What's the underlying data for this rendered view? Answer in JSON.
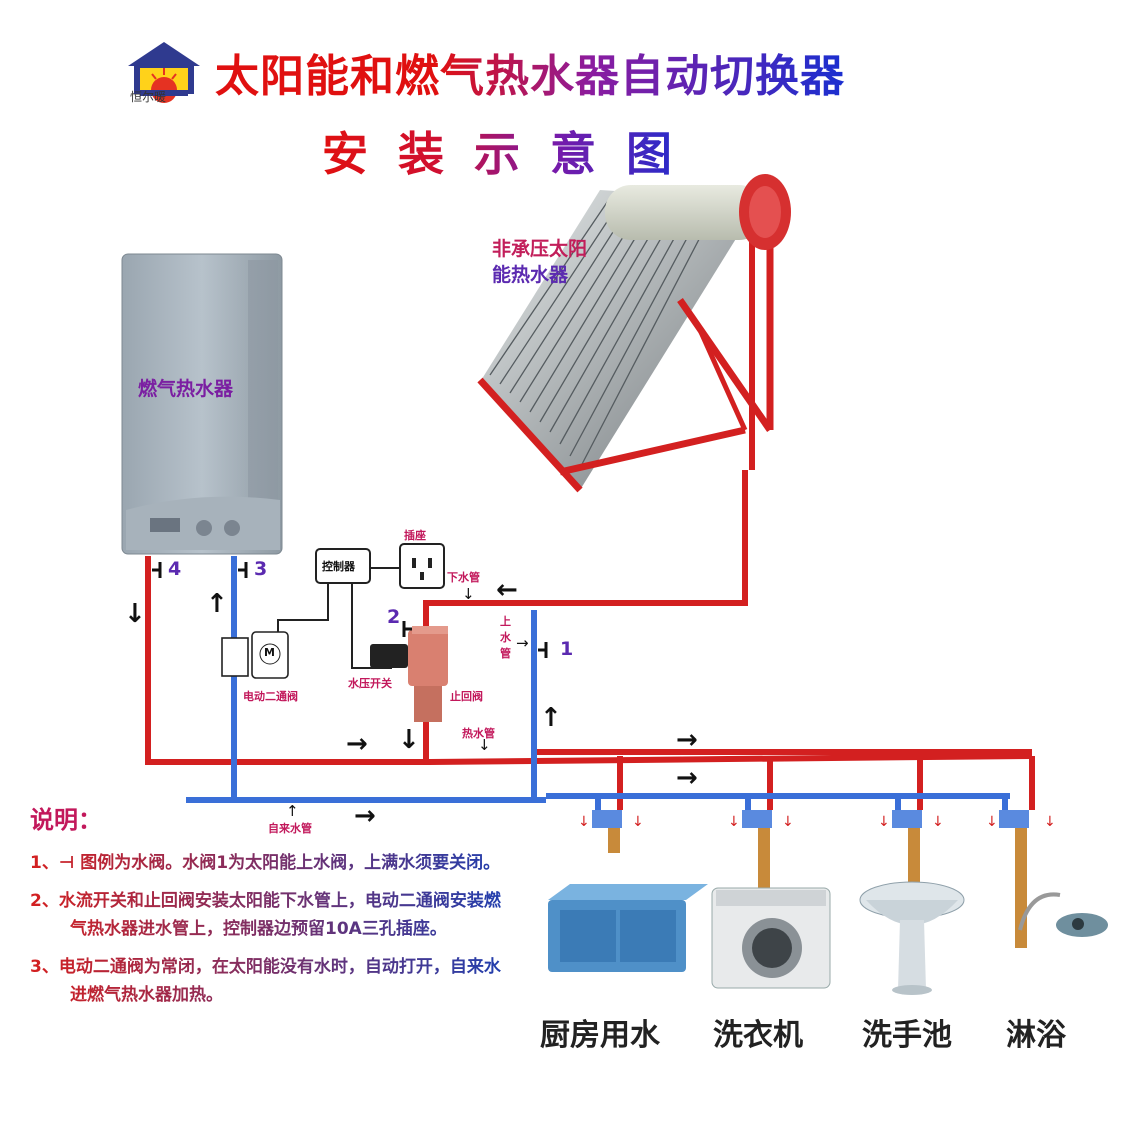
{
  "brand": {
    "logo_text": "恒尔暖"
  },
  "header": {
    "title": "太阳能和燃气热水器自动切换器",
    "subtitle": "安装示意图"
  },
  "labels": {
    "gas_heater": "燃气热水器",
    "solar_heater_line1": "非承压太阳",
    "solar_heater_line2": "能热水器",
    "controller": "控制器",
    "socket": "插座",
    "down_pipe": "下水管",
    "up_pipe_1": "上",
    "up_pipe_2": "水",
    "up_pipe_3": "管",
    "pressure_switch": "水压开关",
    "check_valve": "止回阀",
    "electric_valve": "电动二通阀",
    "hot_pipe": "热水管",
    "tap_pipe": "自来水管",
    "valve_1": "1",
    "valve_2": "2",
    "valve_3": "3",
    "valve_4": "4",
    "motor": "M"
  },
  "fixtures": [
    "厨房用水",
    "洗衣机",
    "洗手池",
    "淋浴"
  ],
  "notes": {
    "title": "说明：",
    "items": [
      "1、⊣ 图例为水阀。水阀1为太阳能上水阀，上满水须要关闭。",
      "2、水流开关和止回阀安装太阳能下水管上，电动二通阀安装燃气热水器进水管上，控制器边预留10A三孔插座。",
      "3、电动二通阀为常闭，在太阳能没有水时，自动打开，自来水进燃气热水器加热。"
    ]
  },
  "colors": {
    "hot_pipe": "#d32020",
    "cold_pipe": "#3a6fd8",
    "title_start": "#e01010",
    "title_end": "#1a2fd0",
    "note_red": "#d42020",
    "note_blue": "#1f3fb0"
  }
}
